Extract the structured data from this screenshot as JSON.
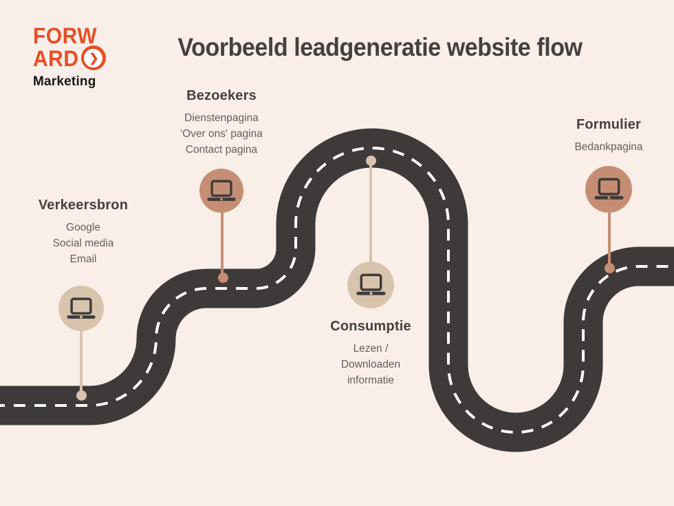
{
  "logo": {
    "line1": "FORW",
    "line2": "ARD",
    "arrow_glyph": "❯",
    "tagline": "Marketing"
  },
  "title": "Voorbeeld leadgeneratie website flow",
  "milestones": [
    {
      "title": "Verkeersbron",
      "lines": [
        "Google",
        "Social media",
        "Email"
      ],
      "icon": "laptop-icon",
      "variant": "light"
    },
    {
      "title": "Bezoekers",
      "lines": [
        "Dienstenpagina",
        "'Over ons' pagina",
        "Contact pagina"
      ],
      "icon": "laptop-icon",
      "variant": "dark"
    },
    {
      "title": "Consumptie",
      "lines": [
        "Lezen /",
        "Downloaden",
        "informatie"
      ],
      "icon": "laptop-icon",
      "variant": "light"
    },
    {
      "title": "Formulier",
      "lines": [
        "Bedankpagina"
      ],
      "icon": "laptop-icon",
      "variant": "dark"
    }
  ],
  "colors": {
    "background": "#F9EFE8",
    "road": "#3E3A39",
    "road_line": "#FFFFFF",
    "accent_light": "#D8C4AC",
    "accent_dark": "#C58E74",
    "logo_orange": "#E84E25",
    "heading_text": "#454040",
    "body_text": "#645E5B",
    "logo_black": "#161616"
  }
}
